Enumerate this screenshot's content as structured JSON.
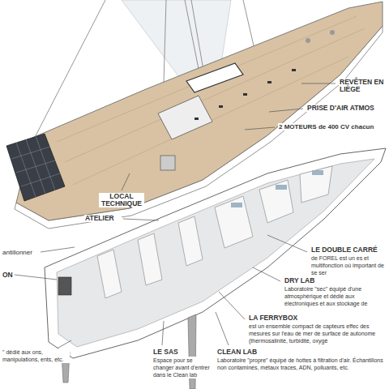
{
  "diagram": {
    "labels": [
      "REVÊTEN EN LIÈGE",
      "PRISE D'AIR ATMOS",
      "2 MOTEURS de 400 CV chacun",
      "LOCAL TECHNIQUE",
      "ATELIER",
      "antillonner",
      "ON",
      "LE DOUBLE CARRÉ",
      "de FOREL est un es et multifonction où important de se ser",
      "DRY LAB",
      "Laboratoire \"sec\" équipé d'une atmosphérique et dédié aux électroniques et aux stockage de",
      "LA FERRYBOX",
      "est un ensemble compact de capteurs effec des mesures sur l'eau de mer de surface de autonome (thermosalinité, turbidité, oxygè",
      "LE SAS",
      "Espace pour se changer avant d'entrer dans le Clean lab",
      "CLEAN LAB",
      "Laboratoire \"propre\" équipé de hottes à filtration d'air. Échantillons non contaminés, métaux traces, ADN, polluants, etc.",
      "\" dédié aux ons, manipulations, ents, etc."
    ]
  }
}
